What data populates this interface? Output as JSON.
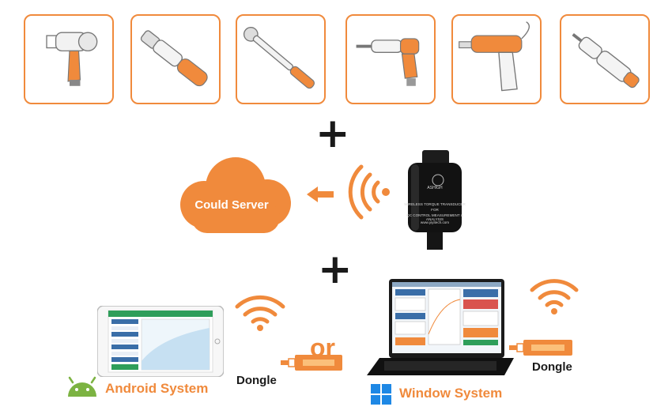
{
  "tools": [
    {
      "name": "impact wrench"
    },
    {
      "name": "ratchet wrench"
    },
    {
      "name": "click torque wrench"
    },
    {
      "name": "screwdriver"
    },
    {
      "name": "pistol nutrunner"
    },
    {
      "name": "straight screwdriver"
    }
  ],
  "plus_symbol": "+",
  "cloud": {
    "label": "Could Server"
  },
  "transducer": {
    "brand": "ASHIGH",
    "line1": "WIRELESS TORQUE TRANSDUCER",
    "line2": "FOR",
    "line3": "QC CONTROL MEASUREMENT & ANALYSIS",
    "line4": "www.yiyitech.com"
  },
  "android": {
    "label": "Android System"
  },
  "windows": {
    "label": "Window System"
  },
  "dongle_label": "Dongle",
  "or_label": "or",
  "colors": {
    "accent": "#f08a3c",
    "dark": "#1a1a1a"
  }
}
